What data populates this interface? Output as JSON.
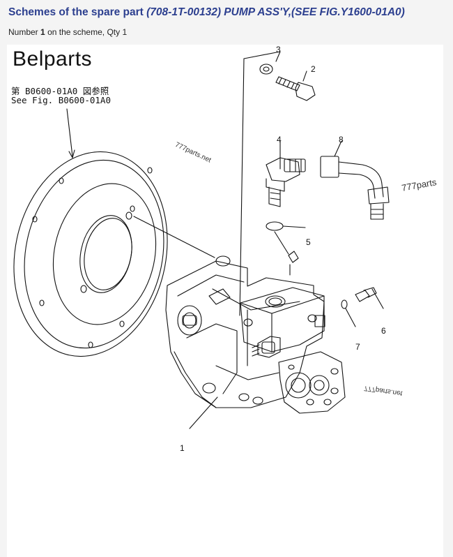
{
  "header": {
    "title_prefix": "Schemes of the spare part",
    "title_part": "(708-1T-00132) PUMP ASS'Y,(SEE FIG.Y1600-01A0)",
    "number_prefix": "Number",
    "number_value": "1",
    "number_suffix": "on the scheme, Qty 1"
  },
  "scheme": {
    "brand": "Belparts",
    "ref_japanese": "第 B0600-01A0 図参照",
    "ref_english": "See Fig. B0600-01A0",
    "watermarks": [
      "777parts.net",
      "777parts",
      "777parts.net"
    ],
    "callouts": [
      "1",
      "2",
      "3",
      "4",
      "5",
      "6",
      "7",
      "8"
    ]
  },
  "colors": {
    "title": "#2c3f8f",
    "line": "#111111",
    "background": "#f4f4f4"
  }
}
